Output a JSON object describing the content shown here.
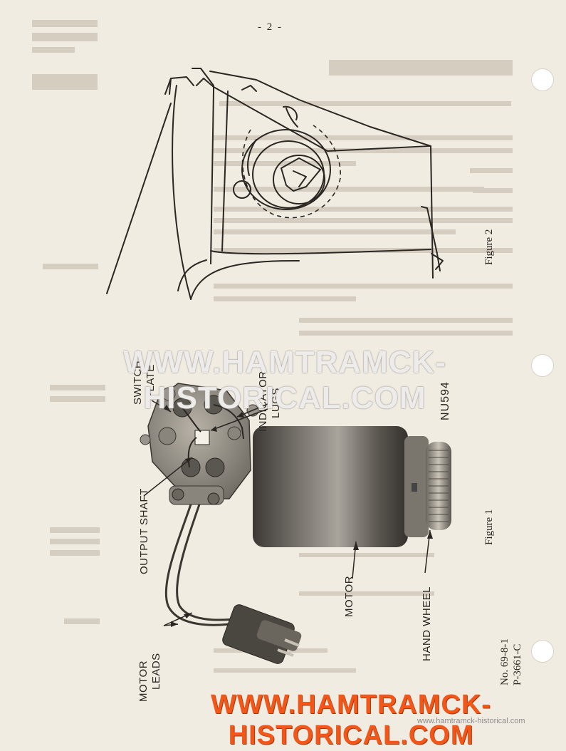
{
  "page_number": "- 2 -",
  "figure1": {
    "switch_plate": [
      "SWITCH",
      "PLATE"
    ],
    "indicator_lugs": [
      "INDICATOR",
      "LUGS"
    ],
    "output_shaft": "OUTPUT SHAFT",
    "motor": "MOTOR",
    "hand_wheel": "HAND WHEEL",
    "motor_leads": [
      "MOTOR",
      "LEADS"
    ],
    "caption": "Figure 1"
  },
  "figure2": {
    "caption": "Figure 2"
  },
  "part_code": "NU594",
  "doc_number": "No. 69-8-1",
  "doc_id": "P-3661-C",
  "watermark": {
    "main": "WWW.HAMTRAMCK-HISTORICAL.COM",
    "small": "www.hamtramck-historical.com"
  },
  "colors": {
    "paper": "#f1ece2",
    "ink": "#2a2622",
    "watermark_orange": "#f2571a"
  }
}
